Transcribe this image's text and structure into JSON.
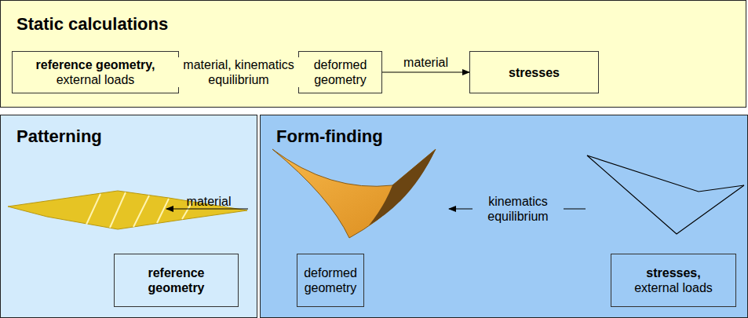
{
  "diagram": {
    "nodes": [
      {
        "text": [
          "Static calculations"
        ]
      },
      {
        "text": [
          "reference geometry,",
          "external loads"
        ],
        "in": 0
      },
      {
        "text": [
          "deformed geometry"
        ],
        "in": 0
      },
      {
        "text": [
          "stresses"
        ],
        "in": 0
      },
      {
        "text": [
          "Patterning"
        ]
      },
      {
        "text": [
          "reference geometry"
        ],
        "in": 4
      },
      {
        "text": [
          "Form-finding"
        ]
      },
      {
        "text": [
          "deformed geometry"
        ],
        "in": 6
      },
      {
        "text": [
          "stresses,",
          "external loads"
        ],
        "in": 6
      }
    ],
    "edges": [
      {
        "from": 1,
        "to": 2,
        "label": "material, kinematics equilibrium",
        "arrow": "to"
      },
      {
        "from": 2,
        "to": 3,
        "label": "material",
        "arrow": "to"
      }
    ],
    "labels": [
      "material",
      "kinematics equilibrium"
    ]
  }
}
